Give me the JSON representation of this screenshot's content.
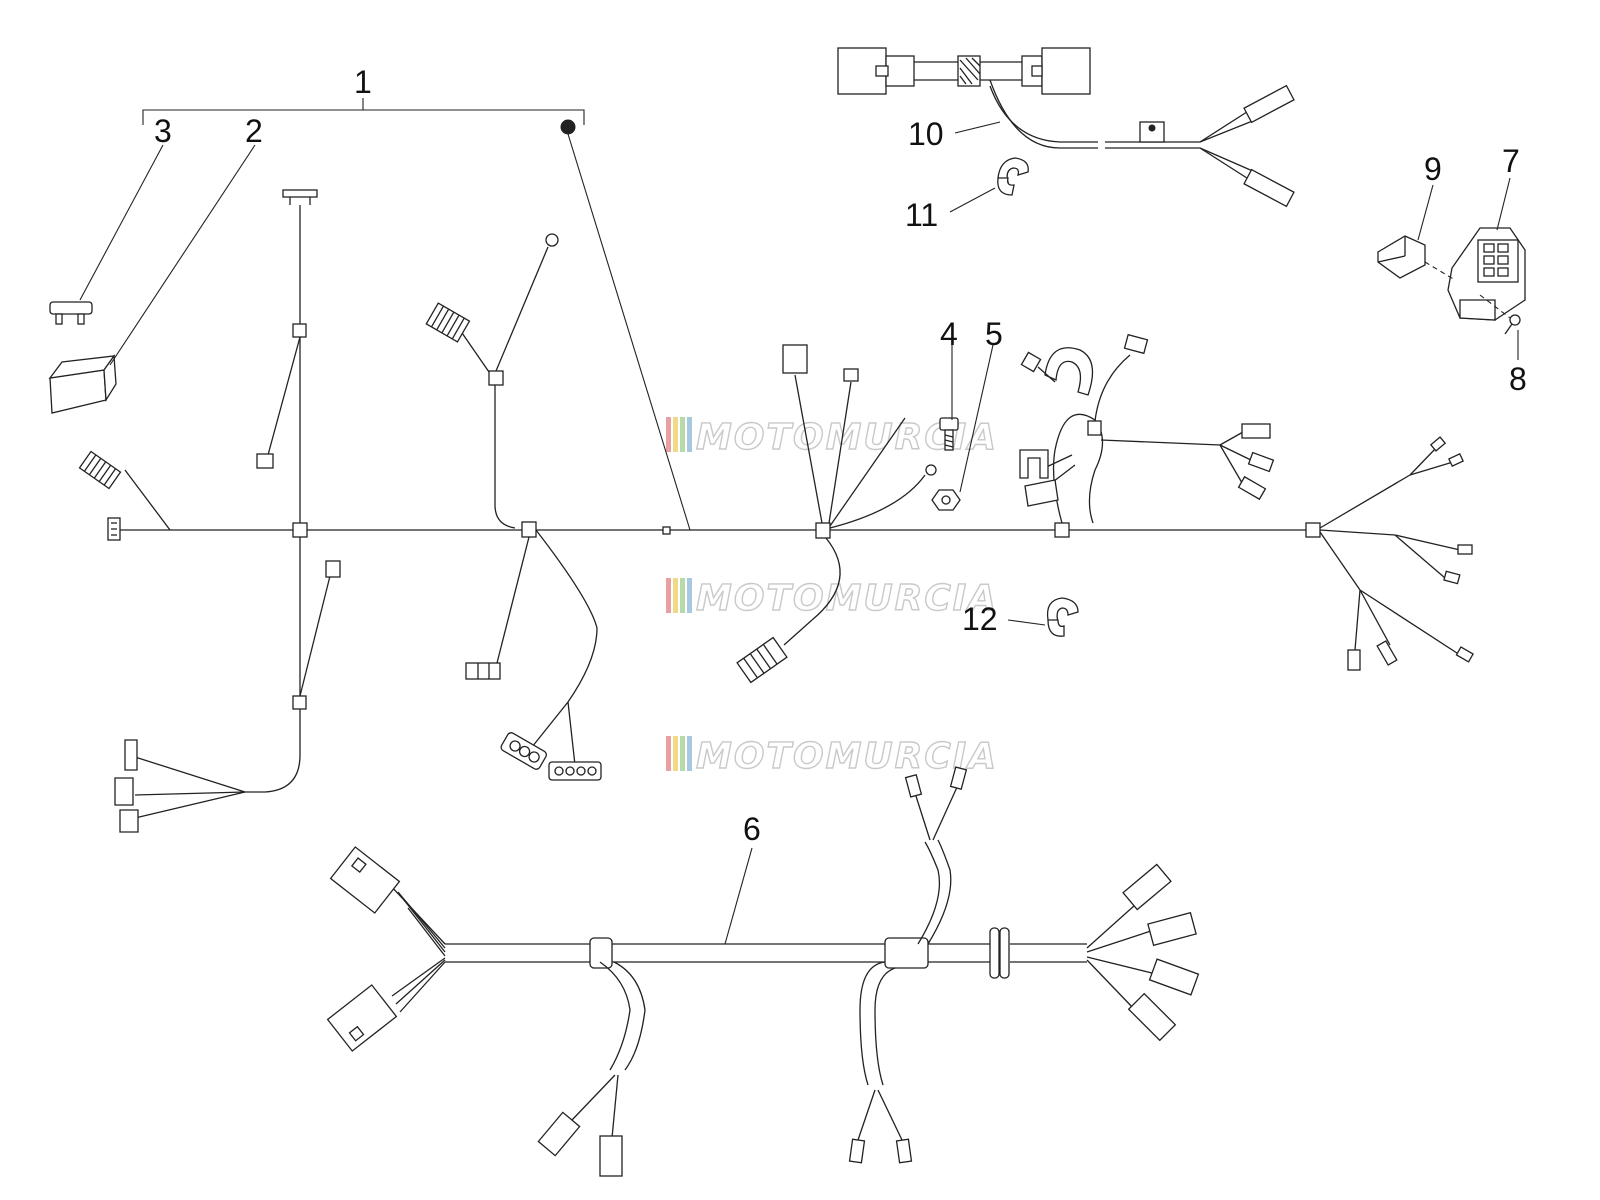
{
  "labels": [
    {
      "key": "l1",
      "text": "1"
    },
    {
      "key": "l2",
      "text": "2"
    },
    {
      "key": "l3",
      "text": "3"
    },
    {
      "key": "l4",
      "text": "4"
    },
    {
      "key": "l5",
      "text": "5"
    },
    {
      "key": "l6",
      "text": "6"
    },
    {
      "key": "l7",
      "text": "7"
    },
    {
      "key": "l8",
      "text": "8"
    },
    {
      "key": "l9",
      "text": "9"
    },
    {
      "key": "l10",
      "text": "10"
    },
    {
      "key": "l11",
      "text": "11"
    },
    {
      "key": "l12",
      "text": "12"
    }
  ],
  "watermark": {
    "text": "MOTOMURCIA",
    "colors": [
      "#e8a0a0",
      "#f2d98a",
      "#b8d9a8",
      "#a8c8e0"
    ]
  }
}
